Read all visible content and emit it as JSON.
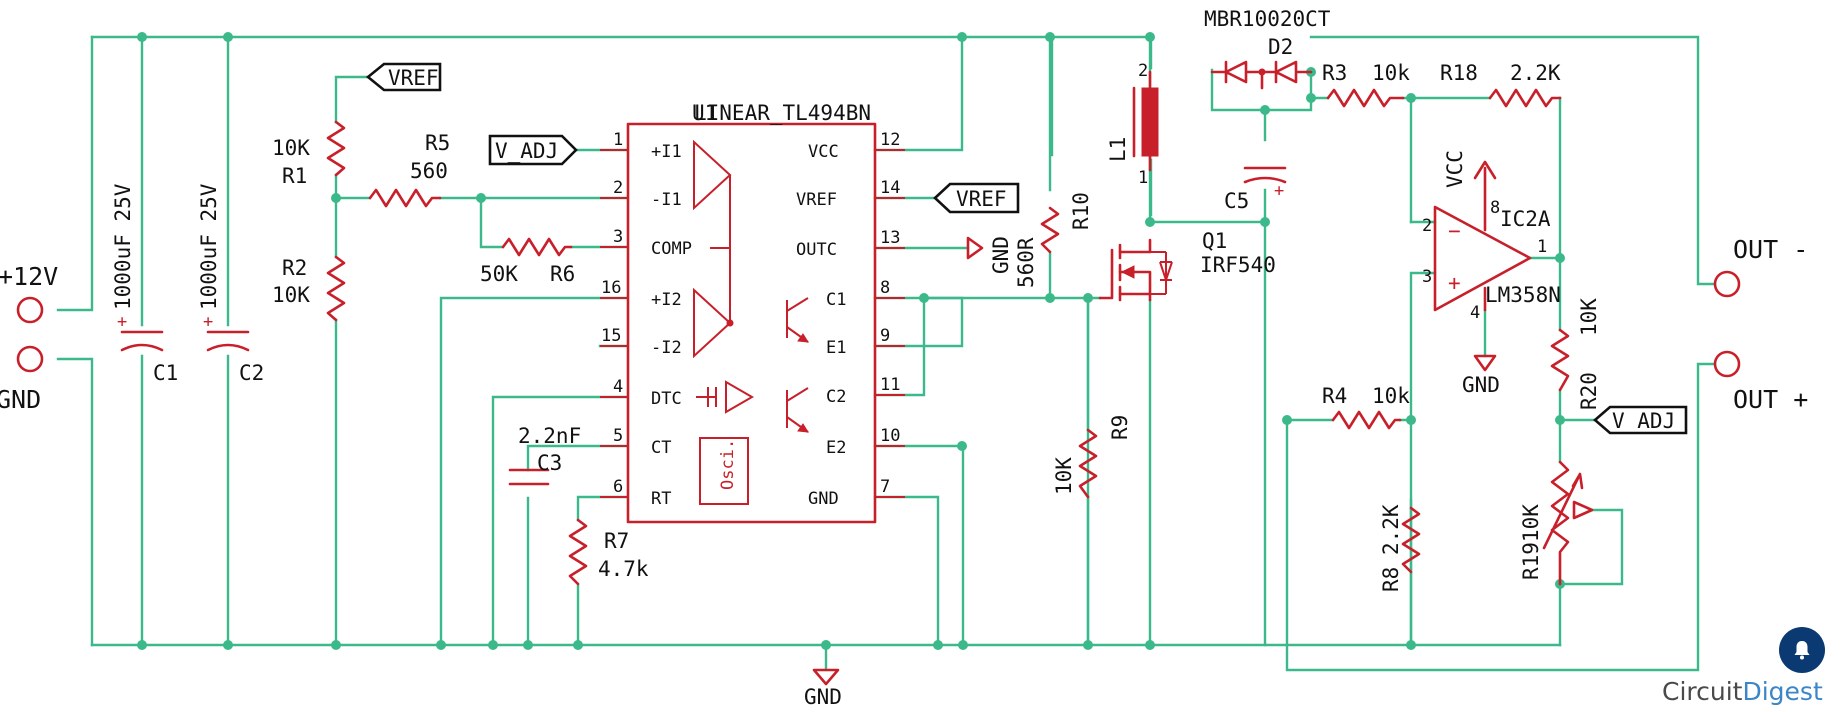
{
  "nets": {
    "vref_left": "VREF",
    "v_adj_left": "V_ADJ",
    "vref_right": "VREF",
    "v_adj_right": "V_ADJ",
    "vcc": "VCC"
  },
  "terminals": {
    "in_pos": "+12V",
    "in_gnd": "GND",
    "out_neg": "OUT -",
    "out_pos": "OUT +"
  },
  "ic1": {
    "ref": "U1",
    "part": "LINEAR_TL494BN",
    "pins_left": [
      {
        "num": "1",
        "label": "+I1"
      },
      {
        "num": "2",
        "label": "-I1"
      },
      {
        "num": "3",
        "label": "COMP"
      },
      {
        "num": "16",
        "label": "+I2"
      },
      {
        "num": "15",
        "label": "-I2"
      },
      {
        "num": "4",
        "label": "DTC"
      },
      {
        "num": "5",
        "label": "CT"
      },
      {
        "num": "6",
        "label": "RT"
      }
    ],
    "pins_right": [
      {
        "num": "12",
        "label": "VCC"
      },
      {
        "num": "14",
        "label": "VREF"
      },
      {
        "num": "13",
        "label": "OUTC"
      },
      {
        "num": "8",
        "label": "C1"
      },
      {
        "num": "9",
        "label": "E1"
      },
      {
        "num": "11",
        "label": "C2"
      },
      {
        "num": "10",
        "label": "E2"
      },
      {
        "num": "7",
        "label": "GND"
      }
    ],
    "osc_label": "Osci."
  },
  "ic2": {
    "ref": "IC2A",
    "part": "LM358N",
    "pin_inv": "2",
    "pin_noninv": "3",
    "pin_out": "1",
    "pin_vcc": "8",
    "pin_gnd": "4",
    "minus": "−",
    "plus": "+"
  },
  "components": {
    "c1_value": "1000uF 25V",
    "c1_ref": "C1",
    "c2_value": "1000uF 25V",
    "c2_ref": "C2",
    "r1_value": "10K",
    "r1_ref": "R1",
    "r2_ref": "R2",
    "r2_value": "10K",
    "r5_ref": "R5",
    "r5_value": "560",
    "r6_value": "50K",
    "r6_ref": "R6",
    "c3_value": "2.2nF",
    "c3_ref": "C3",
    "r7_ref": "R7",
    "r7_value": "4.7k",
    "r10_ref": "R10",
    "r10_value": "560R",
    "r9_ref": "R9",
    "r9_value": "10K",
    "l1_ref": "L1",
    "l1_pin2": "2",
    "l1_pin1": "1",
    "q1_ref": "Q1",
    "q1_part": "IRF540",
    "d2_part": "MBR10020CT",
    "d2_ref": "D2",
    "c5_ref": "C5",
    "r3_ref": "R3",
    "r3_value": "10k",
    "r18_ref": "R18",
    "r18_value": "2.2K",
    "r4_ref": "R4",
    "r4_value": "10k",
    "r8_ref": "R8",
    "r8_value": "2.2K",
    "r20_value": "10K",
    "r20_ref": "R20",
    "r19_label": "R1910K"
  },
  "grounds": {
    "gnd_bottom": "GND",
    "gnd_outc": "GND",
    "gnd_opamp": "GND"
  },
  "brand": {
    "part1": "Circuit",
    "part2": "Digest"
  },
  "notification_icon": "bell-icon",
  "colors": {
    "wire": "#3cb98a",
    "component": "#c8202a",
    "notification_bg": "#0b3a73"
  }
}
